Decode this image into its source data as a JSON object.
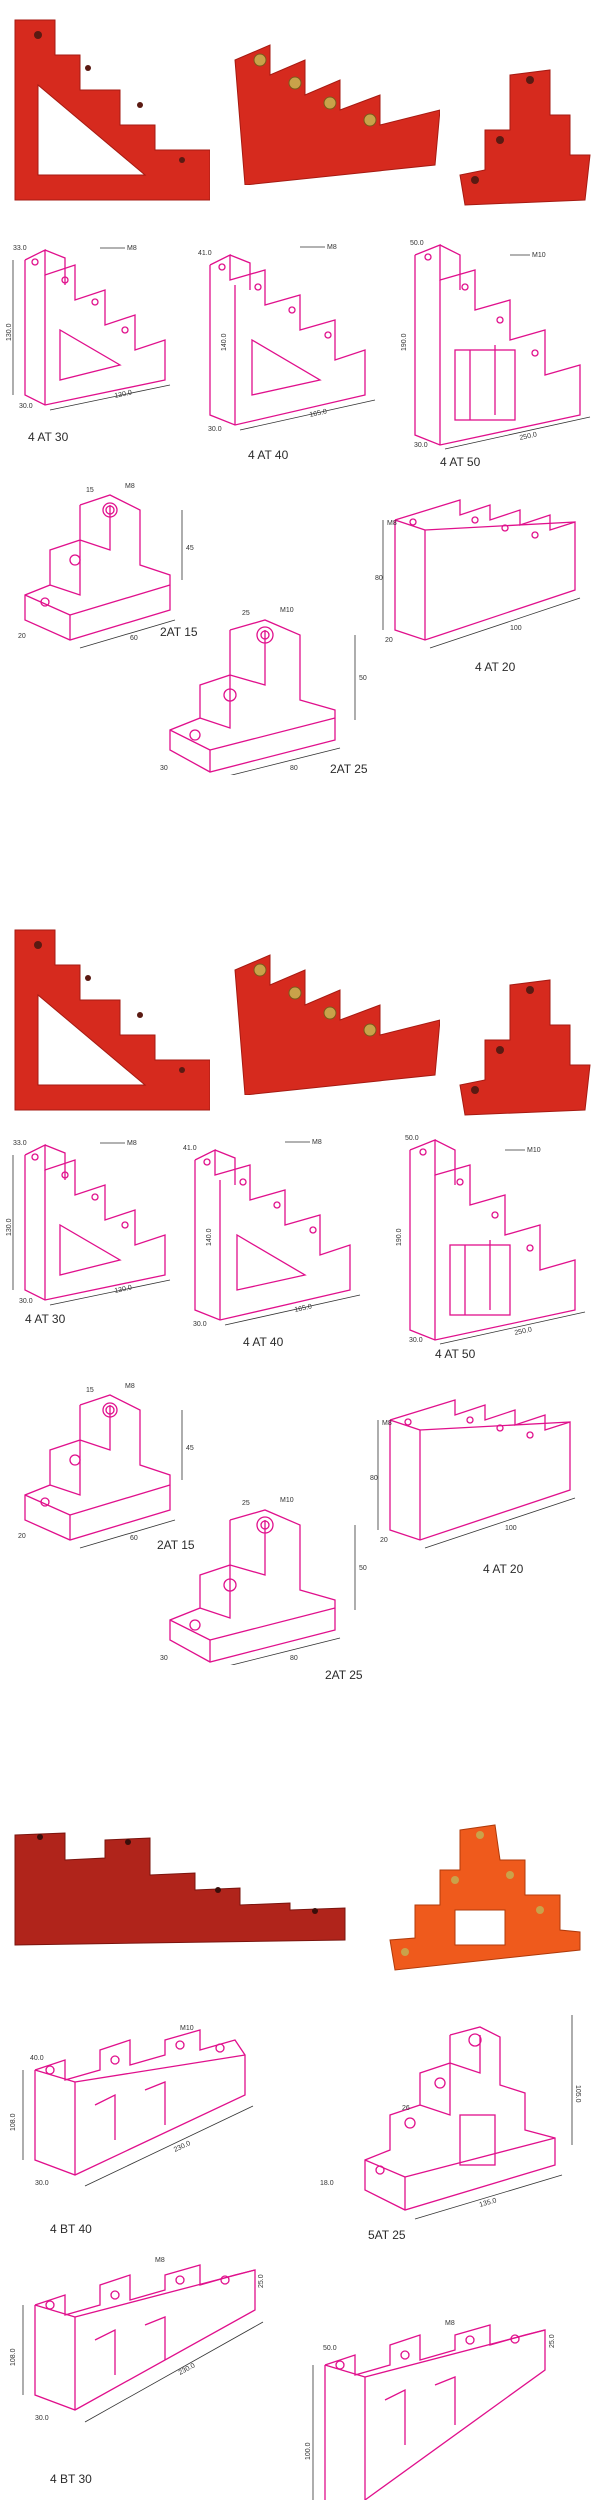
{
  "colors": {
    "drawing_line": "#e0108c",
    "red_part": "#d62a1e",
    "orange_part": "#ef5a1c",
    "dark_red_part": "#b0241b",
    "brass_insert": "#c9a24a"
  },
  "sections": [
    {
      "captions": [
        "4 AT 30",
        "4 AT 40",
        "4 AT 50",
        "2AT 15",
        "4 AT 20",
        "2AT 25"
      ],
      "dims": {
        "at30": [
          "33.0",
          "M8",
          "130.0",
          "130.0",
          "30.0"
        ],
        "at40": [
          "41.0",
          "M8",
          "140.0",
          "165.0",
          "30.0"
        ],
        "at50": [
          "50.0",
          "M10",
          "190.0",
          "250.0",
          "30.0"
        ],
        "at15": [
          "15",
          "M8",
          "45",
          "60",
          "20"
        ],
        "at20": [
          "M8",
          "80",
          "100",
          "20"
        ],
        "at25": [
          "25",
          "M10",
          "50",
          "80",
          "30"
        ]
      }
    },
    {
      "captions": [
        "4 AT 30",
        "4 AT 40",
        "4 AT 50",
        "2AT 15",
        "4 AT 20",
        "2AT 25"
      ],
      "dims": {
        "at30": [
          "33.0",
          "M8",
          "130.0",
          "130.0",
          "30.0"
        ],
        "at40": [
          "41.0",
          "M8",
          "140.0",
          "165.0",
          "30.0"
        ],
        "at50": [
          "50.0",
          "M10",
          "190.0",
          "250.0",
          "30.0"
        ],
        "at15": [
          "15",
          "M8",
          "45",
          "60",
          "20"
        ],
        "at20": [
          "M8",
          "80",
          "100",
          "20"
        ],
        "at25": [
          "25",
          "M10",
          "50",
          "80",
          "30"
        ]
      }
    }
  ],
  "section3": {
    "captions": [
      "4 BT 40",
      "5AT 25",
      "4 BT 30"
    ],
    "dims": {
      "bt40": [
        "40.0",
        "M10",
        "108.0",
        "230.0",
        "30.0"
      ],
      "at25": [
        "26",
        "105.0",
        "135.0",
        "18.0"
      ],
      "bt30": [
        "M8",
        "25.0",
        "108.0",
        "230.0",
        "30.0"
      ],
      "partial": [
        "50.0",
        "M8",
        "25.0",
        "100.0"
      ]
    }
  }
}
